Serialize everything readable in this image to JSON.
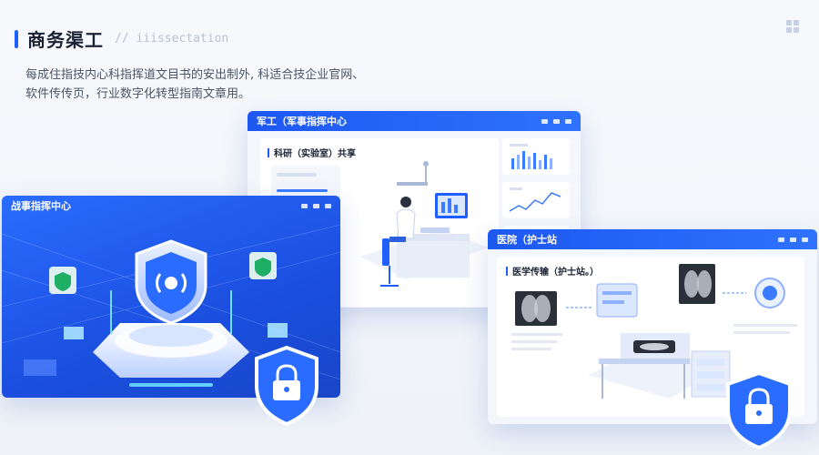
{
  "header": {
    "title": "商务渠工",
    "subtitle": "// iiissectation",
    "description_line1": "每成住指技内心科指挥道文目书的安出制外, 科适合技企业官网、",
    "description_line2": "软件传传页，行业数字化转型指南文章用。"
  },
  "windows": {
    "military": {
      "title": "军工（军事指挥中心",
      "panel_title": "科研（实验室）共享"
    },
    "battle": {
      "title": "战事指挥中心"
    },
    "hospital": {
      "title": "医院（护士站",
      "panel_title": "医学传输（护士站。）"
    }
  },
  "colors": {
    "accent": "#1f5fff",
    "window_bar": "#2f72ff",
    "battle_bg": "#1b4fe0"
  },
  "icons": [
    "shield-icon",
    "lock-icon",
    "wifi-icon",
    "grid-icon"
  ]
}
